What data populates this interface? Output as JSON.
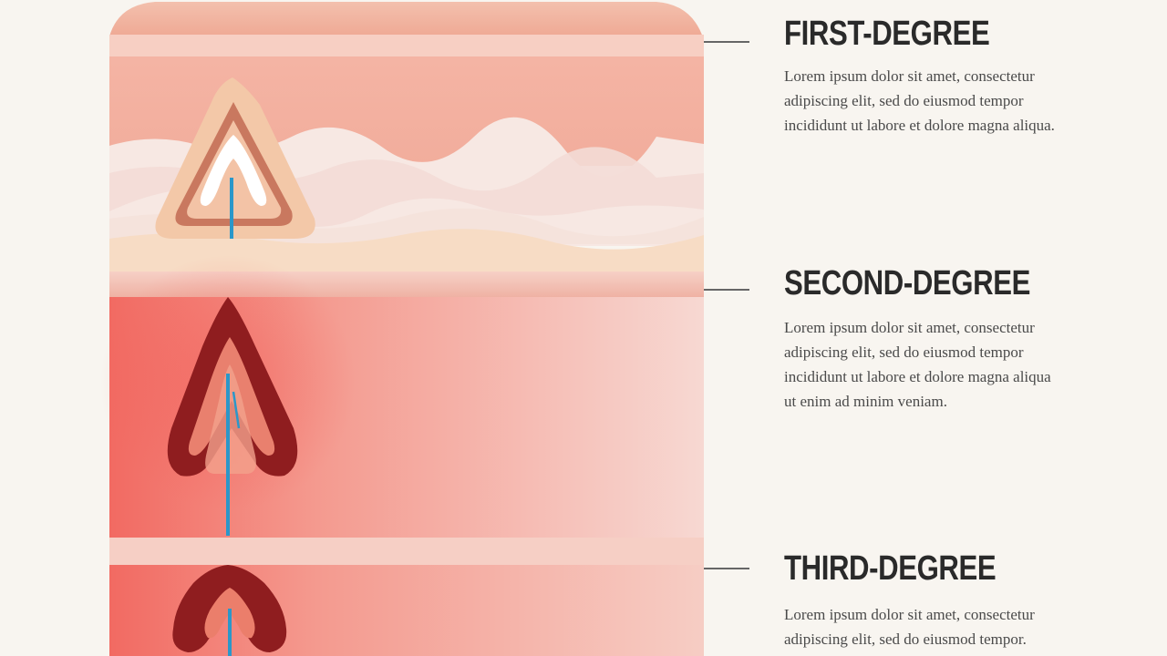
{
  "labels": [
    {
      "heading": "FIRST-DEGREE",
      "body": "Lorem ipsum dolor sit amet, consectetur\nadipiscing elit, sed do eiusmod tempor\nincididunt ut labore et dolore magna aliqua."
    },
    {
      "heading": "SECOND-DEGREE",
      "body": "Lorem ipsum dolor sit amet, consectetur\nadipiscing elit, sed do eiusmod tempor\nincididunt ut labore et dolore magna aliqua\nut enim ad minim veniam."
    },
    {
      "heading": "THIRD-DEGREE",
      "body": "Lorem ipsum dolor sit amet, consectetur\nadipiscing elit, sed do eiusmod tempor."
    }
  ],
  "colors": {
    "background": "#f8f5f0",
    "skin_surface": "#f2b8a8",
    "epidermis": "#efad9e",
    "dermis_light": "#f6e9e4",
    "fat_layer": "#f7dcc6",
    "deep_red": "#8f1d1f",
    "burn_red": "#f06060",
    "nerve_blue": "#2b97c9",
    "leader_line": "#666666"
  },
  "icons": [
    "first-degree-burn-wound",
    "second-degree-burn-wound",
    "third-degree-burn-wound"
  ]
}
